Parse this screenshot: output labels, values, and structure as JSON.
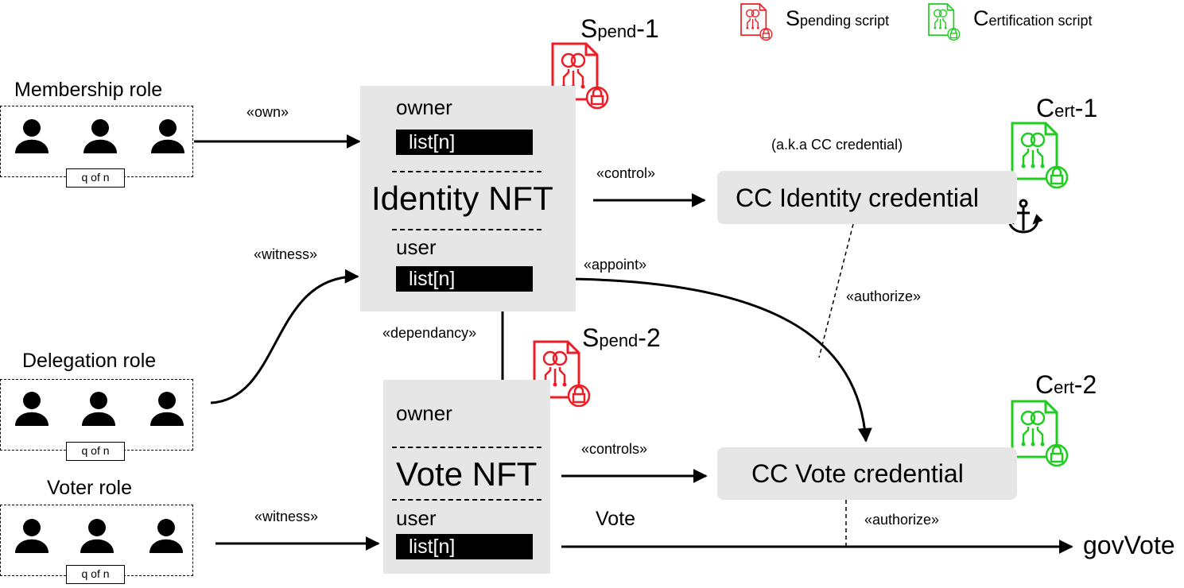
{
  "legend": {
    "spending": {
      "initial": "S",
      "rest": "pending script",
      "color": "#ee1c24"
    },
    "certification": {
      "initial": "C",
      "rest": "ertification script",
      "color": "#1fcc1f"
    }
  },
  "roles": {
    "membership": {
      "title": "Membership role",
      "quorum": "q of n"
    },
    "delegation": {
      "title": "Delegation role",
      "quorum": "q of n"
    },
    "voter": {
      "title": "Voter role",
      "quorum": "q of n"
    }
  },
  "identity_nft": {
    "title": "Identity NFT",
    "owner": "owner",
    "owner_value": "list[n]",
    "user": "user",
    "user_value": "list[n]"
  },
  "vote_nft": {
    "title": "Vote NFT",
    "owner": "owner",
    "user": "user",
    "user_value": "list[n]"
  },
  "credentials": {
    "identity": {
      "label": "CC Identity credential",
      "note": "(a.k.a CC credential)"
    },
    "vote": {
      "label": "CC Vote credential"
    }
  },
  "scripts": {
    "spend1": {
      "initial": "S",
      "rest": "pend",
      "suffix": "-1"
    },
    "spend2": {
      "initial": "S",
      "rest": "pend",
      "suffix": "-2"
    },
    "cert1": {
      "initial": "C",
      "rest": "ert",
      "suffix": "-1"
    },
    "cert2": {
      "initial": "C",
      "rest": "ert",
      "suffix": "-2"
    }
  },
  "relations": {
    "own": "«own»",
    "witness1": "«witness»",
    "witness2": "«witness»",
    "control": "«control»",
    "appoint": "«appoint»",
    "dependancy": "«dependancy»",
    "authorize1": "«authorize»",
    "controls": "«controls»",
    "authorize2": "«authorize»",
    "vote": "Vote"
  },
  "output": {
    "label": "govVote"
  }
}
